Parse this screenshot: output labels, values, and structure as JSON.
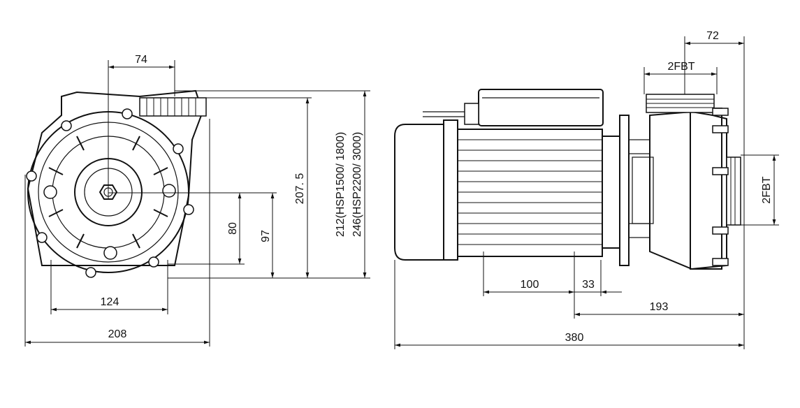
{
  "front_view": {
    "dim_top": "74",
    "dim_height": "207. 5",
    "dim_total_a": "212(HSP1500/ 1800)",
    "dim_total_b": "246(HSP2200/ 3000)",
    "dim_80": "80",
    "dim_97": "97",
    "dim_124": "124",
    "dim_208": "208"
  },
  "side_view": {
    "dim_72": "72",
    "port_top": "2FBT",
    "port_side": "2FBT",
    "dim_100": "100",
    "dim_33": "33",
    "dim_193": "193",
    "dim_380": "380"
  }
}
